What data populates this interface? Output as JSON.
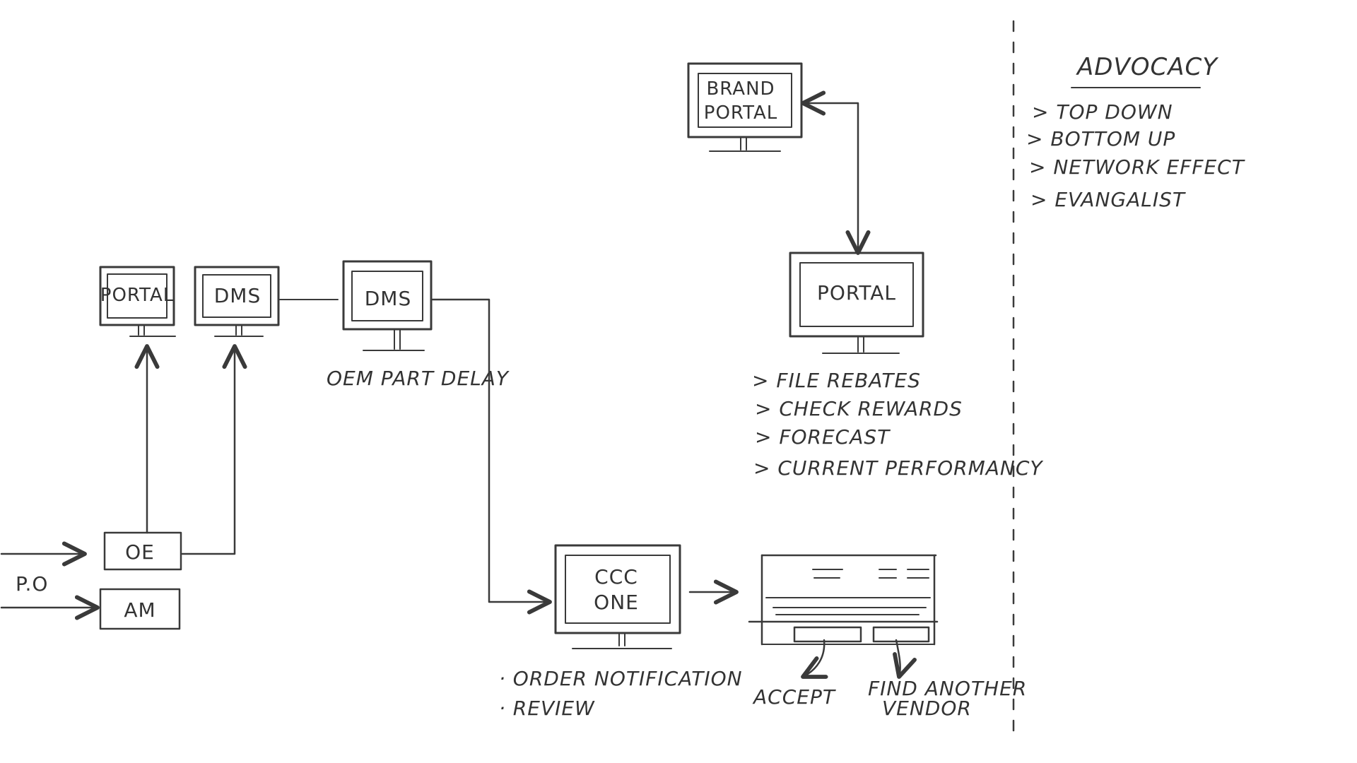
{
  "screens": {
    "portal_left": "PORTAL",
    "dms_left": "DMS",
    "dms_mid": "DMS",
    "brand_portal_line1": "BRAND",
    "brand_portal_line2": "PORTAL",
    "portal_right": "PORTAL",
    "ccc_one_line1": "CCC",
    "ccc_one_line2": "ONE"
  },
  "boxes": {
    "oe": "OE",
    "am": "AM"
  },
  "po_label": "P.O",
  "oem_note": "OEM PART DELAY",
  "portal_features": [
    "> FILE REBATES",
    "> CHECK REWARDS",
    "> FORECAST",
    "> CURRENT PERFORMANCY"
  ],
  "ccc_notes": [
    "· ORDER NOTIFICATION",
    "· REVIEW"
  ],
  "form_actions": {
    "accept": "ACCEPT",
    "find_line1": "FIND ANOTHER",
    "find_line2": "VENDOR"
  },
  "advocacy": {
    "title": "ADVOCACY",
    "items": [
      "> TOP  DOWN",
      "> BOTTOM UP",
      "> NETWORK EFFECT",
      "> EVANGALIST"
    ]
  }
}
